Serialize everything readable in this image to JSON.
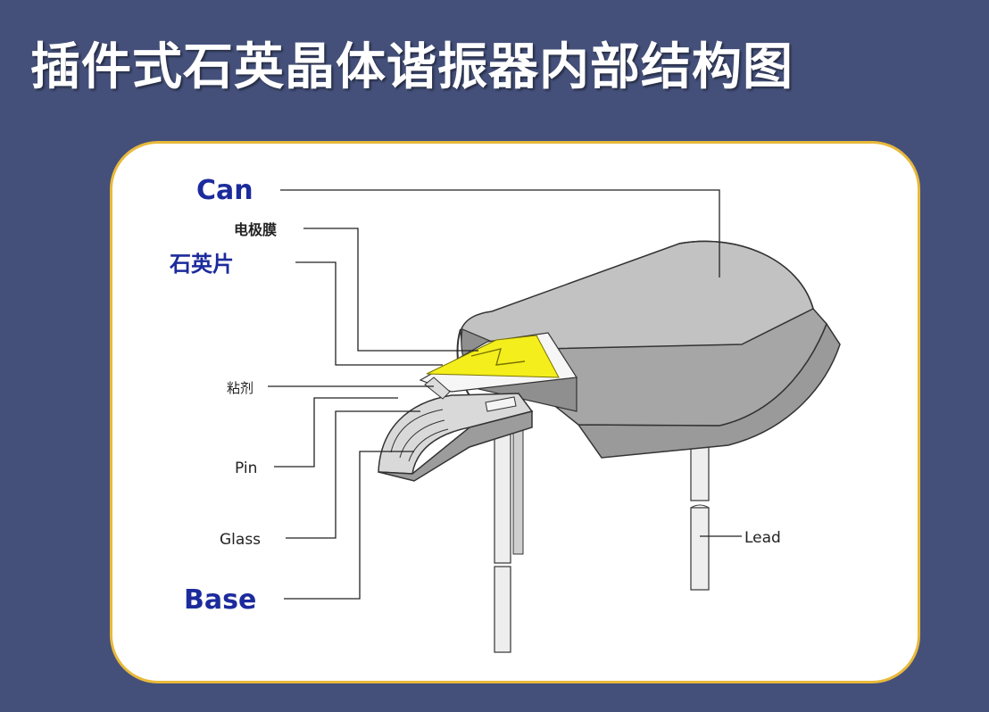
{
  "title": "插件式石英晶体谐振器内部结构图",
  "colors": {
    "background": "#44507a",
    "card_border": "#e8b93a",
    "label_blue": "#1c2b9c",
    "crystal_yellow": "#f4ee1c",
    "can_gray": "#b4b4b4"
  },
  "labels": {
    "can": "Can",
    "electrode": "电极膜",
    "quartz": "石英片",
    "adhesive": "粘剂",
    "pin": "Pin",
    "glass": "Glass",
    "base": "Base",
    "lead": "Lead"
  }
}
